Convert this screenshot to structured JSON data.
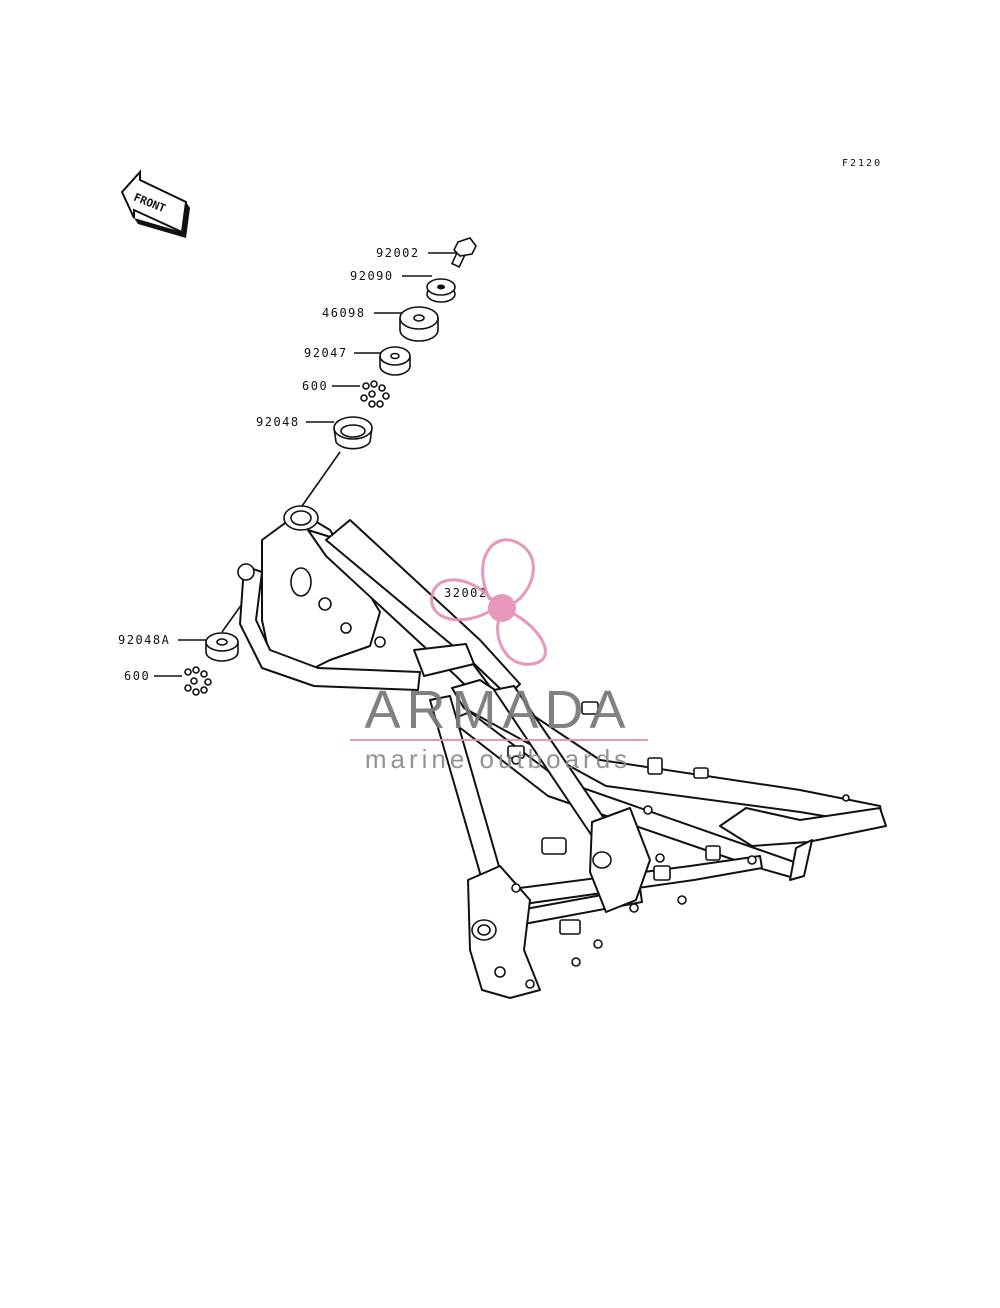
{
  "figure_code": "F2120",
  "front_arrow_label": "FRONT",
  "parts": [
    {
      "id": "p1",
      "number": "92002"
    },
    {
      "id": "p2",
      "number": "92090"
    },
    {
      "id": "p3",
      "number": "46098"
    },
    {
      "id": "p4",
      "number": "92047"
    },
    {
      "id": "p5",
      "number": "600"
    },
    {
      "id": "p6",
      "number": "92048"
    },
    {
      "id": "p7",
      "number": "32002"
    },
    {
      "id": "p8",
      "number": "92048A"
    },
    {
      "id": "p9",
      "number": "600"
    }
  ],
  "watermark": {
    "brand": "ARMADA",
    "tagline": "marine outboards",
    "logo_color": "#e58fb5"
  }
}
